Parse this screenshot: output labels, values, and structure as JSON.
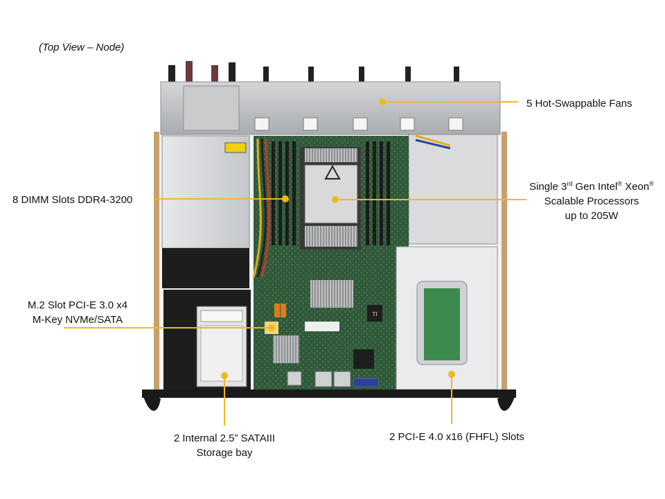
{
  "view_caption": "(Top View – Node)",
  "callouts": {
    "fans": "5 Hot-Swappable Fans",
    "dimm": "8 DIMM Slots DDR4-3200",
    "cpu": {
      "line1_pre": "Single 3",
      "line1_sup1": "rd",
      "line1_mid": " Gen Intel",
      "line1_sup2": "®",
      "line1_post": "  Xeon",
      "line1_sup3": "®",
      "line2": "Scalable Processors",
      "line3": "up to 205W"
    },
    "m2": {
      "line1": "M.2 Slot PCI-E 3.0 x4",
      "line2": "M-Key NVMe/SATA"
    },
    "storage": {
      "line1": "2 Internal  2.5” SATAIII",
      "line2": "Storage bay"
    },
    "pcie": "2 PCI-E 4.0 x16 (FHFL) Slots"
  },
  "colors": {
    "leader": "#f2b81f",
    "chassis": "#b9bcc0",
    "board": "#2f5a3b",
    "frame": "#c8a070"
  },
  "chip_label": "TI"
}
